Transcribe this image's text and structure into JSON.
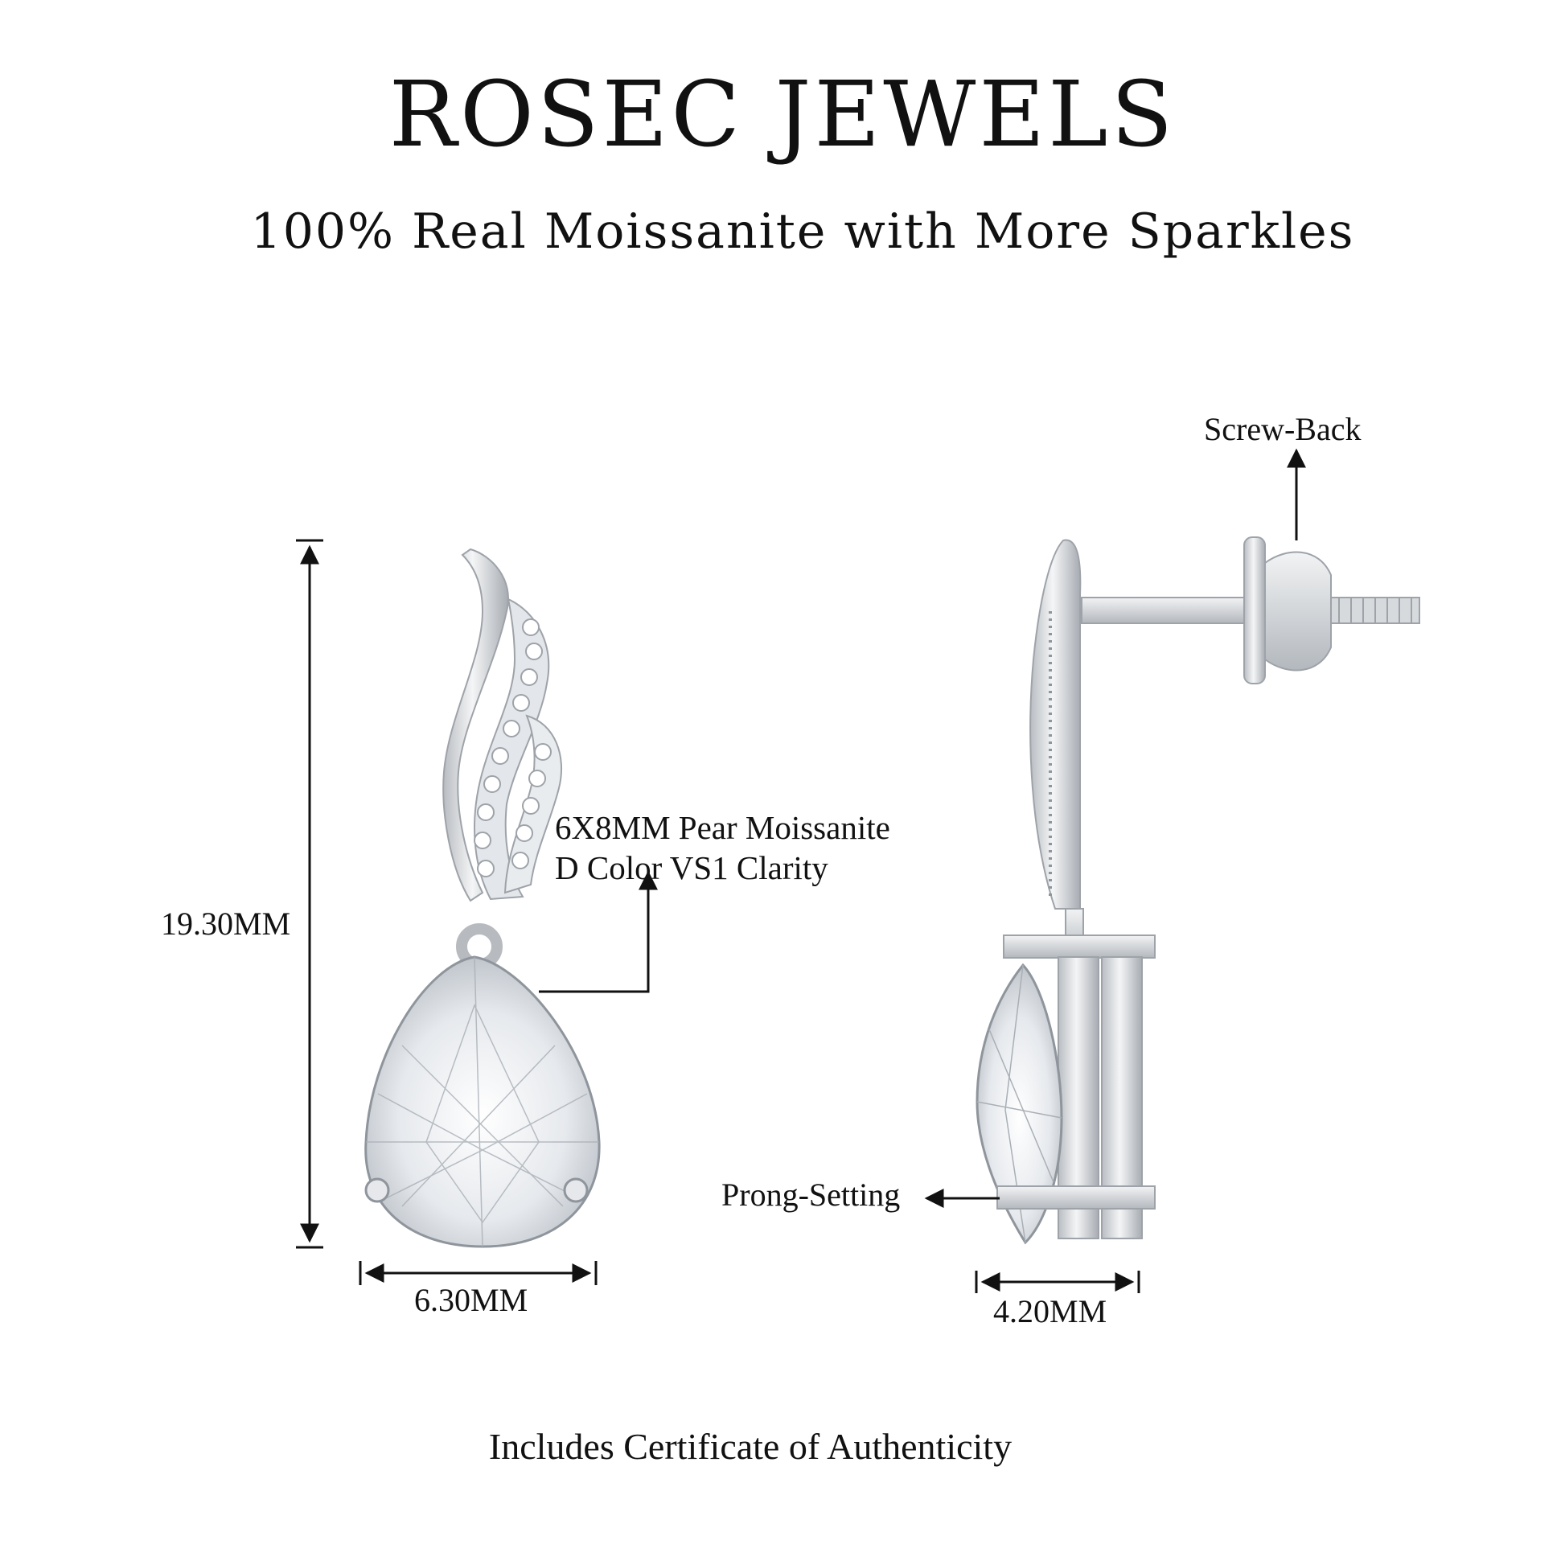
{
  "header": {
    "brand": "ROSEC JEWELS",
    "tagline": "100% Real Moissanite with More Sparkles"
  },
  "dimensions": {
    "height_label": "19.30MM",
    "front_width_label": "6.30MM",
    "side_width_label": "4.20MM"
  },
  "callouts": {
    "stone_line1": "6X8MM Pear Moissanite",
    "stone_line2": "D Color VS1 Clarity",
    "screw_back": "Screw-Back",
    "prong_setting": "Prong-Setting"
  },
  "footer": {
    "certificate": "Includes Certificate of Authenticity"
  },
  "colors": {
    "metal": "#d9dce0",
    "metal_shadow": "#9ea3a9",
    "stone": "#eef1f4",
    "text": "#111111"
  }
}
